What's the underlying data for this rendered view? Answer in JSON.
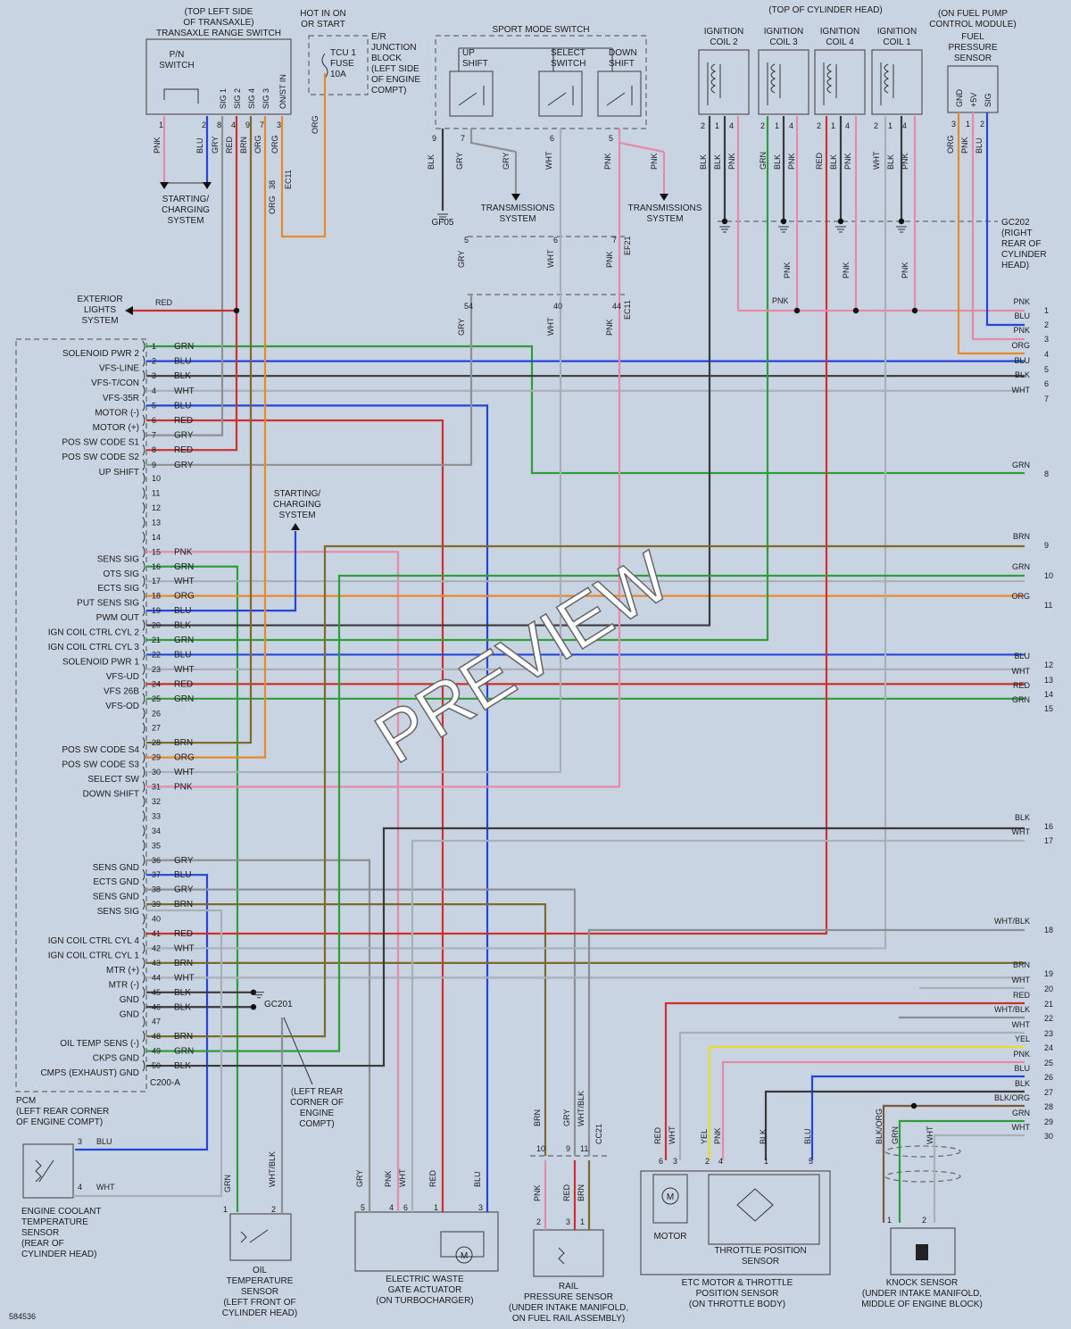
{
  "colors": {
    "GRN": "#2e9e3b",
    "BLU": "#2346d8",
    "BLK": "#3a3a3a",
    "WHT": "#a9afb7",
    "RED": "#d0302d",
    "GRY": "#8e9093",
    "PNK": "#e68aa8",
    "ORG": "#e9892a",
    "BRN": "#7f6a2c",
    "YEL": "#e8dd2a",
    "WHT/BLK": "#8c9096",
    "BLK/ORG": "#7b5a3a"
  },
  "figure_id": "584536",
  "watermark": "PREVIEW",
  "pcm": {
    "title": "PCM",
    "location": "(LEFT REAR CORNER\nOF ENGINE COMPT)",
    "connector": "C200-A",
    "pins": [
      {
        "n": "1",
        "name": "SOLENOID PWR 2",
        "color": "GRN"
      },
      {
        "n": "2",
        "name": "VFS-LINE",
        "color": "BLU"
      },
      {
        "n": "3",
        "name": "VFS-T/CON",
        "color": "BLK"
      },
      {
        "n": "4",
        "name": "VFS-35R",
        "color": "WHT"
      },
      {
        "n": "5",
        "name": "MOTOR (-)",
        "color": "BLU"
      },
      {
        "n": "6",
        "name": "MOTOR (+)",
        "color": "RED"
      },
      {
        "n": "7",
        "name": "POS SW CODE S1",
        "color": "GRY"
      },
      {
        "n": "8",
        "name": "POS SW CODE S2",
        "color": "RED"
      },
      {
        "n": "9",
        "name": "UP SHIFT",
        "color": "GRY"
      },
      {
        "n": "10",
        "name": "",
        "color": ""
      },
      {
        "n": "11",
        "name": "",
        "color": ""
      },
      {
        "n": "12",
        "name": "",
        "color": ""
      },
      {
        "n": "13",
        "name": "",
        "color": ""
      },
      {
        "n": "14",
        "name": "",
        "color": ""
      },
      {
        "n": "15",
        "name": "SENS SIG",
        "color": "PNK"
      },
      {
        "n": "16",
        "name": "OTS SIG",
        "color": "GRN"
      },
      {
        "n": "17",
        "name": "ECTS SIG",
        "color": "WHT"
      },
      {
        "n": "18",
        "name": "PUT SENS SIG",
        "color": "ORG"
      },
      {
        "n": "19",
        "name": "PWM OUT",
        "color": "BLU"
      },
      {
        "n": "20",
        "name": "IGN COIL CTRL CYL 2",
        "color": "BLK"
      },
      {
        "n": "21",
        "name": "IGN COIL CTRL CYL 3",
        "color": "GRN"
      },
      {
        "n": "22",
        "name": "SOLENOID PWR 1",
        "color": "BLU"
      },
      {
        "n": "23",
        "name": "VFS-UD",
        "color": "WHT"
      },
      {
        "n": "24",
        "name": "VFS 26B",
        "color": "RED"
      },
      {
        "n": "25",
        "name": "VFS-OD",
        "color": "GRN"
      },
      {
        "n": "26",
        "name": "",
        "color": ""
      },
      {
        "n": "27",
        "name": "",
        "color": ""
      },
      {
        "n": "28",
        "name": "POS SW CODE S4",
        "color": "BRN"
      },
      {
        "n": "29",
        "name": "POS SW CODE S3",
        "color": "ORG"
      },
      {
        "n": "30",
        "name": "SELECT SW",
        "color": "WHT"
      },
      {
        "n": "31",
        "name": "DOWN SHIFT",
        "color": "PNK"
      },
      {
        "n": "32",
        "name": "",
        "color": ""
      },
      {
        "n": "33",
        "name": "",
        "color": ""
      },
      {
        "n": "34",
        "name": "",
        "color": ""
      },
      {
        "n": "35",
        "name": "",
        "color": ""
      },
      {
        "n": "36",
        "name": "SENS GND",
        "color": "GRY"
      },
      {
        "n": "37",
        "name": "ECTS GND",
        "color": "BLU"
      },
      {
        "n": "38",
        "name": "SENS GND",
        "color": "GRY"
      },
      {
        "n": "39",
        "name": "SENS SIG",
        "color": "BRN"
      },
      {
        "n": "40",
        "name": "",
        "color": ""
      },
      {
        "n": "41",
        "name": "IGN COIL CTRL CYL 4",
        "color": "RED"
      },
      {
        "n": "42",
        "name": "IGN COIL CTRL CYL 1",
        "color": "WHT"
      },
      {
        "n": "43",
        "name": "MTR (+)",
        "color": "BRN"
      },
      {
        "n": "44",
        "name": "MTR (-)",
        "color": "WHT"
      },
      {
        "n": "45",
        "name": "GND",
        "color": "BLK"
      },
      {
        "n": "46",
        "name": "GND",
        "color": "BLK"
      },
      {
        "n": "47",
        "name": "",
        "color": ""
      },
      {
        "n": "48",
        "name": "OIL TEMP SENS (-)",
        "color": "BRN"
      },
      {
        "n": "49",
        "name": "CKPS GND",
        "color": "GRN"
      },
      {
        "n": "50",
        "name": "CMPS (EXHAUST) GND",
        "color": "BLK"
      }
    ]
  },
  "right_wires": [
    {
      "n": "1",
      "color": "PNK"
    },
    {
      "n": "2",
      "color": "BLU"
    },
    {
      "n": "3",
      "color": "PNK"
    },
    {
      "n": "4",
      "color": "ORG"
    },
    {
      "n": "5",
      "color": "BLU"
    },
    {
      "n": "6",
      "color": "BLK"
    },
    {
      "n": "7",
      "color": "WHT"
    },
    {
      "n": "8",
      "color": "GRN"
    },
    {
      "n": "9",
      "color": "BRN"
    },
    {
      "n": "10",
      "color": "GRN"
    },
    {
      "n": "11",
      "color": "ORG"
    },
    {
      "n": "12",
      "color": "BLU"
    },
    {
      "n": "13",
      "color": "WHT"
    },
    {
      "n": "14",
      "color": "RED"
    },
    {
      "n": "15",
      "color": "GRN"
    },
    {
      "n": "16",
      "color": "BLK"
    },
    {
      "n": "17",
      "color": "WHT"
    },
    {
      "n": "18",
      "color": "WHT/BLK"
    },
    {
      "n": "19",
      "color": "BRN"
    },
    {
      "n": "20",
      "color": "WHT"
    },
    {
      "n": "21",
      "color": "RED"
    },
    {
      "n": "22",
      "color": "WHT/BLK"
    },
    {
      "n": "23",
      "color": "WHT"
    },
    {
      "n": "24",
      "color": "YEL"
    },
    {
      "n": "25",
      "color": "PNK"
    },
    {
      "n": "26",
      "color": "BLU"
    },
    {
      "n": "27",
      "color": "BLK"
    },
    {
      "n": "28",
      "color": "BLK/ORG"
    },
    {
      "n": "29",
      "color": "GRN"
    },
    {
      "n": "30",
      "color": "WHT"
    }
  ],
  "components": {
    "trs": {
      "location": "(TOP LEFT SIDE\nOF TRANSAXLE)",
      "name": "TRANSAXLE RANGE SWITCH",
      "switch": "P/N\nSWITCH",
      "pins": [
        {
          "n": "1",
          "color": "PNK",
          "sig": ""
        },
        {
          "n": "2",
          "color": "BLU",
          "sig": ""
        },
        {
          "n": "8",
          "color": "GRY",
          "sig": "SIG 1"
        },
        {
          "n": "4",
          "color": "RED",
          "sig": "SIG 2"
        },
        {
          "n": "9",
          "color": "BRN",
          "sig": "SIG 4"
        },
        {
          "n": "7",
          "color": "ORG",
          "sig": "SIG 3"
        },
        {
          "n": "3",
          "color": "ORG",
          "sig": "ON/ST IN"
        }
      ]
    },
    "fuse": {
      "title": "HOT IN ON\nOR START",
      "name": "TCU 1\nFUSE\n10A",
      "block": "E/R\nJUNCTION\nBLOCK\n(LEFT SIDE\nOF ENGINE\nCOMPT)",
      "wire": "ORG",
      "pin": "38",
      "conn": "EC11"
    },
    "starting": "STARTING/\nCHARGING\nSYSTEM",
    "starting2": "STARTING/\nCHARGING\nSYSTEM",
    "exterior": "EXTERIOR\nLIGHTS\nSYSTEM",
    "sport": {
      "name": "SPORT MODE SWITCH",
      "up": "UP\nSHIFT",
      "select": "SELECT\nSWITCH",
      "down": "DOWN\nSHIFT",
      "pins": [
        {
          "n": "9",
          "color": "BLK"
        },
        {
          "n": "7",
          "color": "GRY"
        },
        {
          "n": "6",
          "color": "WHT"
        },
        {
          "n": "5",
          "color": "PNK"
        }
      ],
      "gnd": "GF05",
      "trans": "TRANSMISSIONS\nSYSTEM",
      "conn1": "EF21",
      "conn2": "EC11",
      "mid": [
        {
          "n": "5",
          "color": "GRY"
        },
        {
          "n": "6",
          "color": "WHT"
        },
        {
          "n": "7",
          "color": "PNK"
        }
      ],
      "low": [
        {
          "n": "54",
          "color": "GRY"
        },
        {
          "n": "40",
          "color": "WHT"
        },
        {
          "n": "44",
          "color": "PNK"
        }
      ]
    },
    "coils": {
      "location": "(TOP OF CYLINDER HEAD)",
      "items": [
        {
          "name": "IGNITION\nCOIL 2",
          "pins": [
            {
              "n": "2",
              "c": "BLK"
            },
            {
              "n": "1",
              "c": "BLK"
            },
            {
              "n": "4",
              "c": "PNK"
            }
          ]
        },
        {
          "name": "IGNITION\nCOIL 3",
          "pins": [
            {
              "n": "2",
              "c": "GRN"
            },
            {
              "n": "1",
              "c": "BLK"
            },
            {
              "n": "4",
              "c": "PNK"
            }
          ]
        },
        {
          "name": "IGNITION\nCOIL 4",
          "pins": [
            {
              "n": "2",
              "c": "RED"
            },
            {
              "n": "1",
              "c": "BLK"
            },
            {
              "n": "4",
              "c": "PNK"
            }
          ]
        },
        {
          "name": "IGNITION\nCOIL 1",
          "pins": [
            {
              "n": "2",
              "c": "WHT"
            },
            {
              "n": "1",
              "c": "BLK"
            },
            {
              "n": "4",
              "c": "PNK"
            }
          ]
        }
      ],
      "gnd": "GC202",
      "gnd_loc": "(RIGHT\nREAR OF\nCYLINDER\nHEAD)",
      "pnk": "PNK"
    },
    "fps": {
      "location": "(ON FUEL PUMP\nCONTROL MODULE)",
      "name": "FUEL\nPRESSURE\nSENSOR",
      "pins": [
        {
          "n": "3",
          "t": "GND",
          "c": "ORG"
        },
        {
          "n": "1",
          "t": "+5V",
          "c": "PNK"
        },
        {
          "n": "2",
          "t": "SIG",
          "c": "BLU"
        }
      ]
    },
    "gc201": "GC201",
    "gc201_loc": "(LEFT REAR\nCORNER OF\nENGINE\nCOMPT)",
    "ects": {
      "name": "ENGINE COOLANT\nTEMPERATURE\nSENSOR\n(REAR OF\nCYLINDER HEAD)",
      "p3": "3",
      "c3": "BLU",
      "p4": "4",
      "c4": "WHT"
    },
    "ots": {
      "name": "OIL\nTEMPERATURE\nSENSOR\n(LEFT FRONT OF\nCYLINDER HEAD)",
      "c1": "GRN",
      "c2": "WHT/BLK",
      "p1": "1",
      "p2": "2"
    },
    "ewg": {
      "name": "ELECTRIC WASTE\nGATE ACTUATOR\n(ON TURBOCHARGER)",
      "wires": [
        {
          "n": "5",
          "c": "GRY"
        },
        {
          "n": "4",
          "c": "PNK"
        },
        {
          "n": "6",
          "c": "WHT"
        },
        {
          "n": "1",
          "c": "RED"
        },
        {
          "n": "3",
          "c": "BLU"
        }
      ],
      "m": "M"
    },
    "rps": {
      "name": "RAIL\nPRESSURE SENSOR\n(UNDER INTAKE MANIFOLD,\nON FUEL RAIL ASSEMBLY)",
      "top": [
        {
          "n": "10",
          "c": "BRN"
        },
        {
          "n": "9",
          "c": "GRY"
        },
        {
          "n": "11",
          "c": "WHT/BLK"
        }
      ],
      "bot": [
        {
          "n": "2",
          "c": "PNK"
        },
        {
          "n": "3",
          "c": "RED"
        },
        {
          "n": "1",
          "c": "BRN"
        }
      ],
      "conn": "CC21"
    },
    "etc": {
      "name": "ETC MOTOR & THROTTLE\nPOSITION SENSOR\n(ON THROTTLE BODY)",
      "motor": "MOTOR",
      "tps": "THROTTLE POSITION\nSENSOR",
      "wires": [
        {
          "n": "6",
          "c": "RED"
        },
        {
          "n": "3",
          "c": "WHT"
        },
        {
          "n": "2",
          "c": "YEL"
        },
        {
          "n": "4",
          "c": "PNK"
        },
        {
          "n": "1",
          "c": "BLK"
        },
        {
          "n": "5",
          "c": "BLU"
        }
      ],
      "m": "M"
    },
    "knock": {
      "name": "KNOCK SENSOR\n(UNDER INTAKE MANIFOLD,\nMIDDLE OF ENGINE BLOCK)",
      "wires": [
        {
          "n": "",
          "c": "BLK/ORG"
        },
        {
          "n": "1",
          "c": "GRN"
        },
        {
          "n": "2",
          "c": "WHT"
        }
      ]
    }
  }
}
